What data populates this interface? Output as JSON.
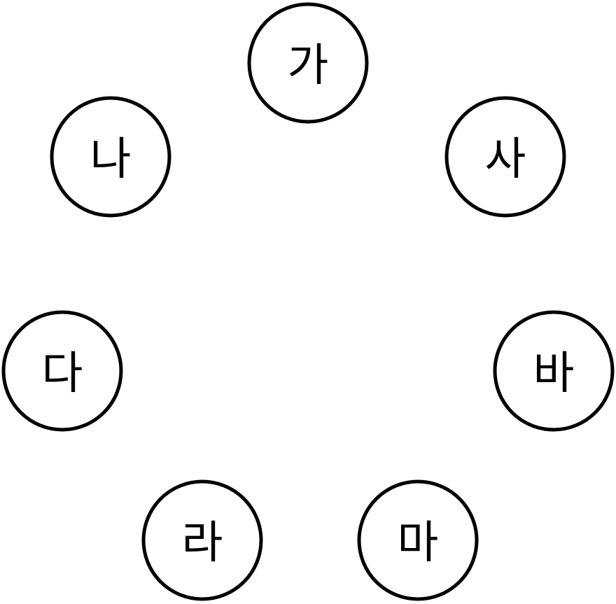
{
  "diagram": {
    "nodes": [
      {
        "id": "ga",
        "label": "가"
      },
      {
        "id": "na",
        "label": "나"
      },
      {
        "id": "da",
        "label": "다"
      },
      {
        "id": "ra",
        "label": "라"
      },
      {
        "id": "ma",
        "label": "마"
      },
      {
        "id": "ba",
        "label": "바"
      },
      {
        "id": "sa",
        "label": "사"
      }
    ],
    "colors": {
      "stroke": "#000000",
      "fill": "#ffffff",
      "text": "#000000"
    }
  }
}
